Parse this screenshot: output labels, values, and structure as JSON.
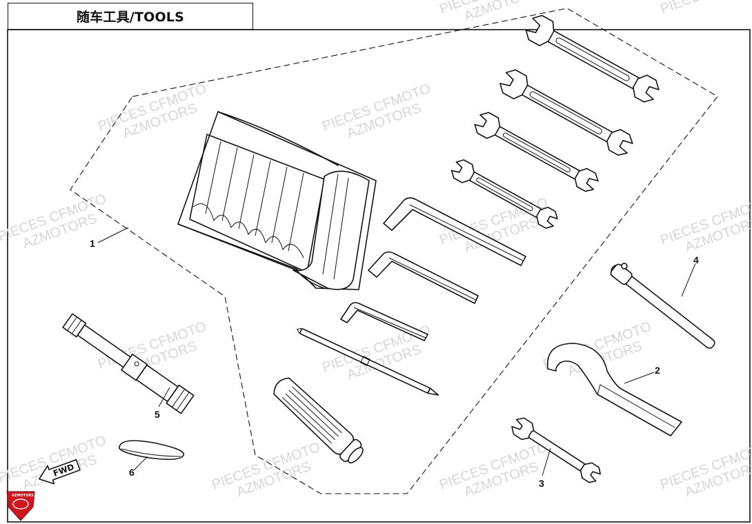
{
  "title": "随车工具/TOOLS",
  "callouts": [
    "1",
    "2",
    "3",
    "4",
    "5",
    "6"
  ],
  "watermark": {
    "line1": "PIECES CFMOTO",
    "line2": "AZMOTORS"
  },
  "direction_marker": "FWD",
  "logo_text": "AZMOTORS",
  "colors": {
    "line": "#111111",
    "watermark": "#d6d6d6",
    "logo_red": "#d2141e",
    "background": "#ffffff"
  }
}
